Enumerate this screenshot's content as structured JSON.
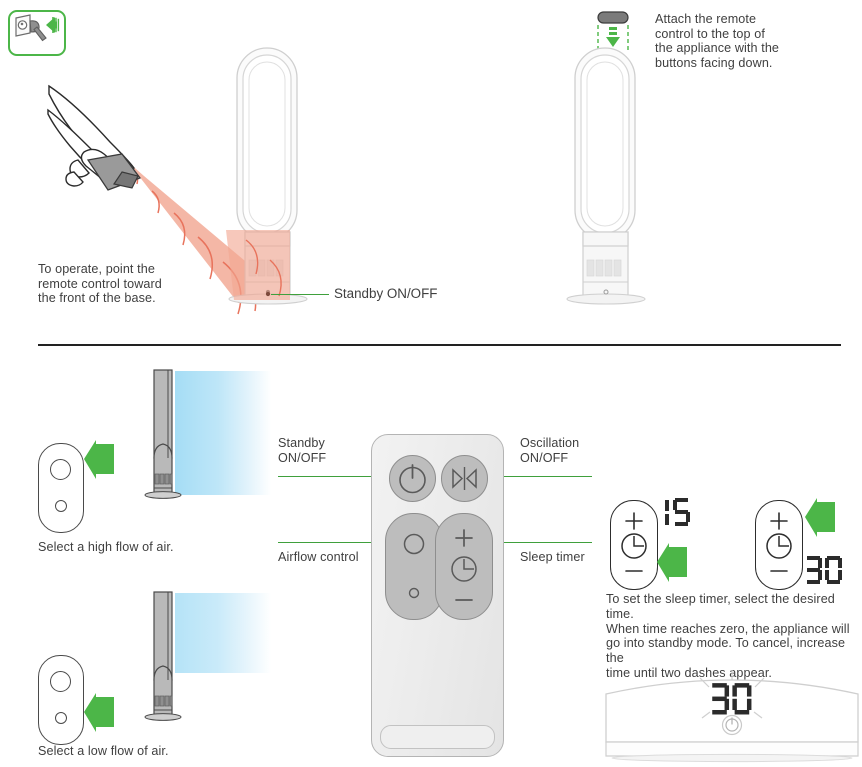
{
  "page": {
    "background": "#ffffff",
    "accent_green": "#3fa03c",
    "arrow_green": "#4cb648",
    "beam_orange": "#f0a58f",
    "airflow_blue": "#a5ddf5",
    "divider_color": "#222222"
  },
  "badges": {
    "plug": {
      "icon": "power-plug-icon",
      "border_color": "#4cb648",
      "arrow": "left-arrow-icon"
    }
  },
  "section_top": {
    "operate_note": "To operate, point the\nremote control toward\nthe front of the base.",
    "standby_callout": "Standby ON/OFF",
    "attach_note": "Attach the remote\ncontrol to the top of\nthe appliance with the\nbuttons facing down.",
    "attach_arrow": "down-arrow-icon"
  },
  "section_airflow": {
    "high": {
      "caption": "Select a high flow of air.",
      "arrow": "left-arrow-icon",
      "selected": "high"
    },
    "low": {
      "caption": "Select a low flow of air.",
      "arrow": "left-arrow-icon",
      "selected": "low"
    }
  },
  "remote": {
    "labels": {
      "standby": "Standby\nON/OFF",
      "oscillation": "Oscillation\nON/OFF",
      "airflow": "Airflow control",
      "sleep_timer": "Sleep timer"
    },
    "buttons": [
      {
        "name": "power-button",
        "icon": "power-icon",
        "position": "top-left"
      },
      {
        "name": "oscillation-button",
        "icon": "oscillation-arrows-icon",
        "position": "top-right"
      },
      {
        "name": "airflow-control-button",
        "icon": "airflow-dots-icon",
        "position": "bottom-left"
      },
      {
        "name": "sleep-timer-button",
        "icon": "clock-plus-minus-icon",
        "position": "bottom-right"
      }
    ]
  },
  "section_timer": {
    "note": "To set the sleep timer, select the desired time.\nWhen time reaches zero, the appliance will\ngo into standby mode. To cancel, increase the\ntime until two dashes appear.",
    "examples": [
      {
        "name": "timer-decrease-example",
        "display": "15",
        "arrow": "left-arrow-icon",
        "arrow_target": "minus"
      },
      {
        "name": "timer-increase-example",
        "display": "30",
        "arrow": "left-arrow-icon",
        "arrow_target": "plus"
      }
    ],
    "appliance_display": {
      "value": "30",
      "flashing": true,
      "power_icon": "power-icon"
    }
  }
}
